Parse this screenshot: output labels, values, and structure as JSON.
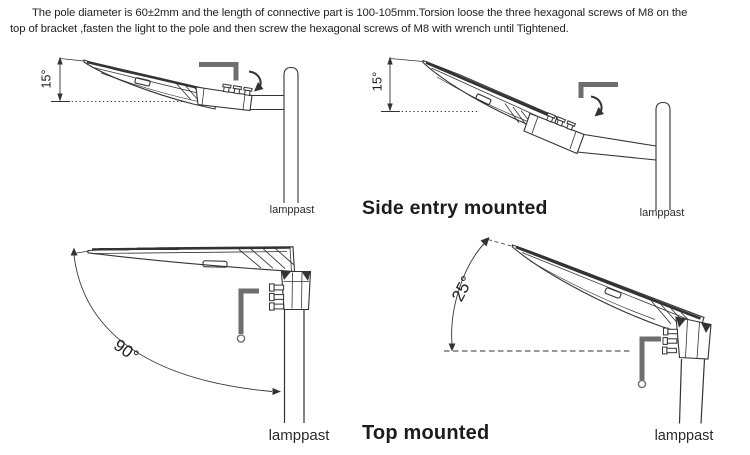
{
  "header": {
    "line1": "The pole diameter is 60±2mm and the length of connective part is 100-105mm.Torsion loose the three hexagonal screws of M8 on the",
    "line2": "top of bracket ,fasten the light to the pole and then screw the hexagonal screws of M8 with wrench until Tightened."
  },
  "diagrams": {
    "top_left": {
      "angle_label": "15°",
      "pole_label": "lamppast"
    },
    "top_right": {
      "angle_label": "15°",
      "pole_label": "lamppast",
      "caption": "Side entry mounted"
    },
    "bottom_left": {
      "angle_label": "90°",
      "pole_label": "lamppast"
    },
    "bottom_right": {
      "angle_label": "25°",
      "pole_label": "lamppast",
      "caption": "Top mounted"
    }
  },
  "icons": {
    "allen_wrench": "allen-wrench-icon",
    "rotation_arrow": "rotation-arrow-icon",
    "mounting_screws": "hex-screws-icon"
  },
  "colors": {
    "ink": "#333333",
    "wrench_gray": "#6e6e6e",
    "background": "#ffffff"
  }
}
